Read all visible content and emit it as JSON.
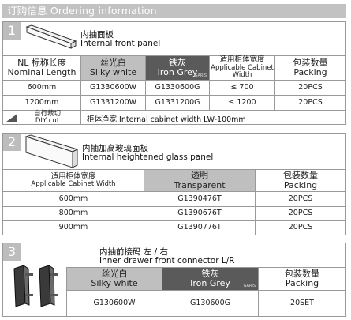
{
  "header": {
    "title_cn": "订购信息",
    "title_en": "Ordering information"
  },
  "s1": {
    "num": "1",
    "name_cn": "内抽面板",
    "name_en": "Internal front panel",
    "cols": [
      {
        "cn": "NL 标称长度",
        "en": "Nominal Length"
      },
      {
        "cn": "丝光白",
        "en": "Silky white"
      },
      {
        "cn": "铁灰",
        "en": "Iron Grey"
      },
      {
        "cn": "适用柜体宽度",
        "en": "Applicable Cabinet Width"
      },
      {
        "cn": "包装数量",
        "en": "Packing"
      }
    ],
    "rows": [
      [
        "600mm",
        "G1330600W",
        "G1330600G",
        "≤ 700",
        "20PCS"
      ],
      [
        "1200mm",
        "G1331200W",
        "G1331200G",
        "≤ 1200",
        "20PCS"
      ]
    ],
    "diy_cn": "自行裁切",
    "diy_en": "DIY cut",
    "note": "柜体净宽  Internal cabinet width  LW-100mm",
    "mark": "GARIS"
  },
  "s2": {
    "num": "2",
    "name_cn": "内抽加高玻璃面板",
    "name_en": "Internal heightened glass panel",
    "cols": [
      {
        "cn": "适用柜体宽度",
        "en": "Applicable Cabinet Width"
      },
      {
        "cn": "透明",
        "en": "Transparent"
      },
      {
        "cn": "包装数量",
        "en": "Packing"
      }
    ],
    "rows": [
      [
        "600mm",
        "G1390476T",
        "20PCS"
      ],
      [
        "800mm",
        "G1390676T",
        "20PCS"
      ],
      [
        "900mm",
        "G1390776T",
        "20PCS"
      ]
    ]
  },
  "s3": {
    "num": "3",
    "name_cn": "内抽前接码 左 / 右",
    "name_en": "Inner drawer front connector L/R",
    "cols": [
      {
        "cn": "丝光白",
        "en": "Silky white"
      },
      {
        "cn": "铁灰",
        "en": "Iron Grey"
      },
      {
        "cn": "包装数量",
        "en": "Packing"
      }
    ],
    "row": [
      "G130600W",
      "G130600G",
      "20SET"
    ],
    "mark": "GARIS"
  }
}
